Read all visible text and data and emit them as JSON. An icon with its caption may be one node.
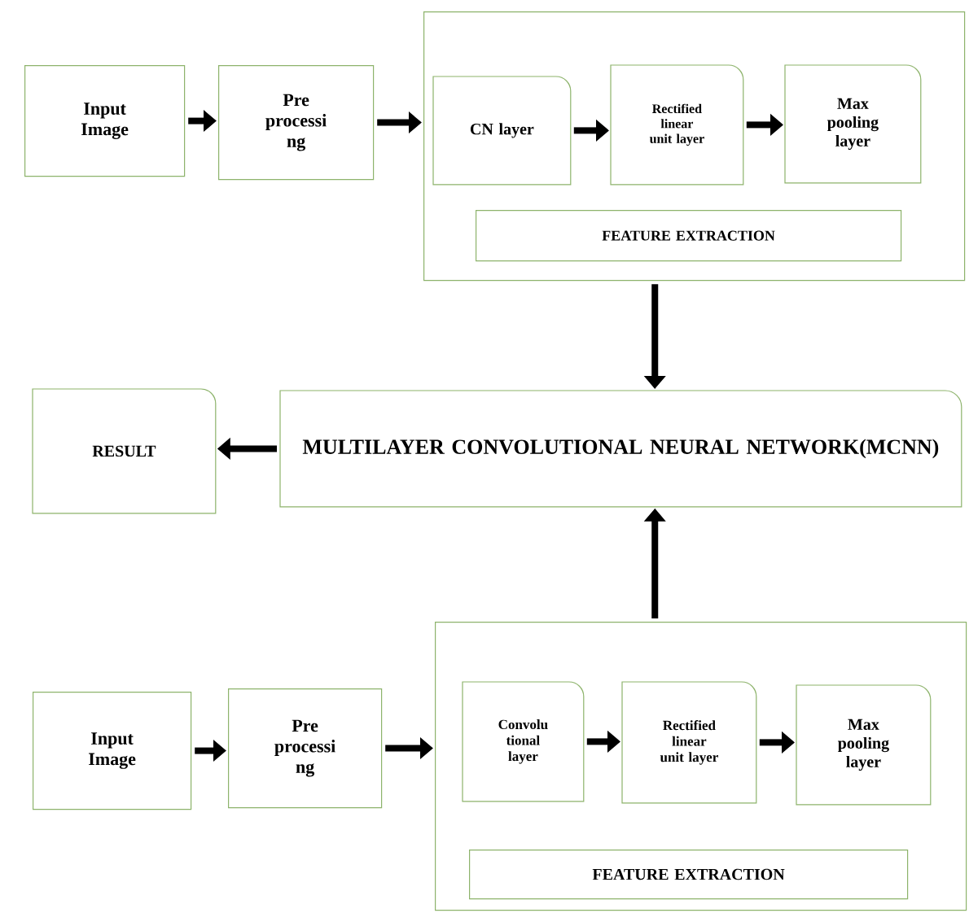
{
  "diagram": {
    "nodes": [
      {
        "text": [
          "Input Image"
        ]
      },
      {
        "text": [
          "Pre processi ng"
        ]
      },
      {
        "text": [],
        "shape": "box"
      },
      {
        "text": [
          "CN layer"
        ],
        "in": 2
      },
      {
        "text": [
          "Rectified linear unit layer"
        ],
        "in": 2
      },
      {
        "text": [
          "Max pooling layer"
        ],
        "in": 2
      },
      {
        "text": [
          "FEATURE EXTRACTION"
        ],
        "in": 2
      },
      {
        "text": [
          "MULTILAYER CONVOLUTIONAL NEURAL NETWORK(MCNN)"
        ]
      },
      {
        "text": [
          "RESULT"
        ]
      },
      {
        "text": [
          "Input Image"
        ]
      },
      {
        "text": [
          "Pre processi ng"
        ]
      },
      {
        "text": [],
        "shape": "box"
      },
      {
        "text": [
          "Convolu tional layer"
        ],
        "in": 11
      },
      {
        "text": [
          "Rectified linear unit layer"
        ],
        "in": 11
      },
      {
        "text": [
          "Max pooling layer"
        ],
        "in": 11
      },
      {
        "text": [
          "FEATURE EXTRACTION"
        ],
        "in": 11
      }
    ],
    "edges": [
      {
        "from": 0,
        "to": 1,
        "arrow": "to"
      },
      {
        "from": 1,
        "to": 2,
        "arrow": "to"
      },
      {
        "from": 3,
        "to": 4,
        "arrow": "to"
      },
      {
        "from": 4,
        "to": 5,
        "arrow": "to"
      },
      {
        "from": 2,
        "to": 7,
        "arrow": "to"
      },
      {
        "from": 7,
        "to": 8,
        "arrow": "to"
      },
      {
        "from": 11,
        "to": 7,
        "arrow": "to"
      },
      {
        "from": 9,
        "to": 10,
        "arrow": "to"
      },
      {
        "from": 10,
        "to": 11,
        "arrow": "to"
      },
      {
        "from": 12,
        "to": 13,
        "arrow": "to"
      },
      {
        "from": 13,
        "to": 14,
        "arrow": "to"
      }
    ]
  }
}
